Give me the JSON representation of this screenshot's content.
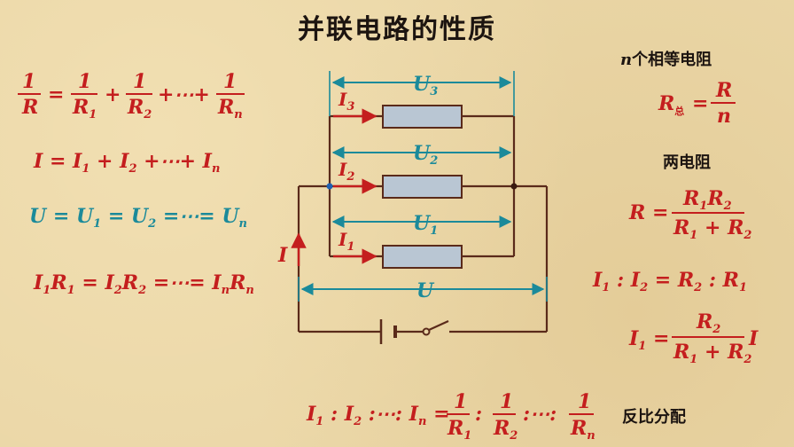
{
  "title": "并联电路的性质",
  "labels": {
    "n_identical": "n个相等电阻",
    "two_resistors": "两电阻",
    "inverse_distribution": "反比分配",
    "total_sub": "总"
  },
  "circuit": {
    "voltages": [
      "U3",
      "U2",
      "U1",
      "U"
    ],
    "currents": [
      "I3",
      "I2",
      "I1",
      "I"
    ]
  },
  "colors": {
    "red": "#c41e1e",
    "black": "#1c1410",
    "teal": "#1b8a9a",
    "resistor_fill": "#b9c6d3",
    "wire": "#5a2a1a"
  }
}
